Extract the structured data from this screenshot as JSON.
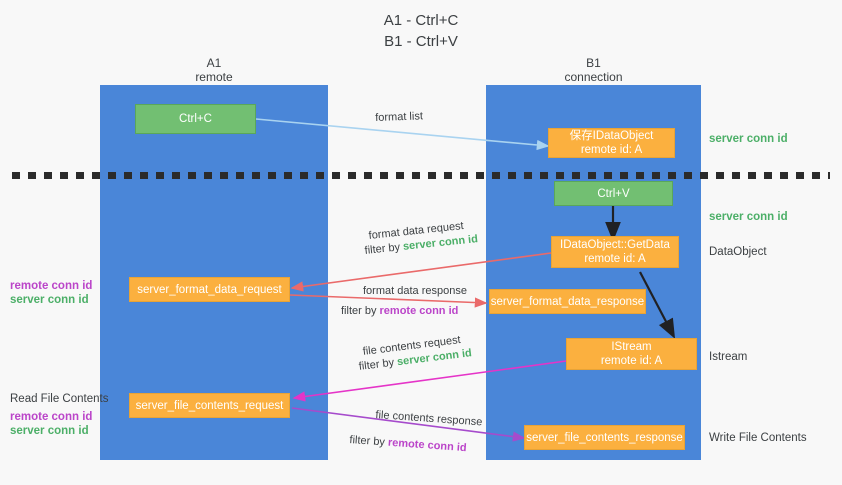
{
  "title": {
    "line1": "A1 - Ctrl+C",
    "line2": "B1 - Ctrl+V"
  },
  "colors": {
    "lane": "#4a86d8",
    "node_green": "#72bf72",
    "node_orange": "#fbb03f",
    "server_conn_id": "#4caf68",
    "remote_conn_id": "#bb45c9",
    "arrow_format_list": "#a9d3f0",
    "arrow_format_data": "#ea6a6a",
    "arrow_file_contents_request": "#e534c8",
    "arrow_file_contents_response": "#a64bcc",
    "arrow_flow": "#202124",
    "divider": "#2b2b2b"
  },
  "lanes": [
    {
      "id": "a1",
      "name": "A1",
      "sub": "remote"
    },
    {
      "id": "b1",
      "name": "B1",
      "sub": "connection"
    }
  ],
  "nodes": {
    "ctrl_c": {
      "line1": "Ctrl+C",
      "line2": ""
    },
    "ctrl_v": {
      "line1": "Ctrl+V",
      "line2": ""
    },
    "save_idataobject": {
      "line1": "保存IDataObject",
      "line2": "remote id: A"
    },
    "getdata": {
      "line1": "IDataObject::GetData",
      "line2": "remote id: A"
    },
    "istream": {
      "line1": "IStream",
      "line2": "remote id: A"
    },
    "server_format_data_request": {
      "line1": "server_format_data_request",
      "line2": ""
    },
    "server_format_data_response": {
      "line1": "server_format_data_response",
      "line2": ""
    },
    "server_file_contents_request": {
      "line1": "server_file_contents_request",
      "line2": ""
    },
    "server_file_contents_response": {
      "line1": "server_file_contents_response",
      "line2": ""
    }
  },
  "right_annotations": [
    {
      "id": "server-conn-id-1",
      "text": "server conn id",
      "style": "green"
    },
    {
      "id": "server-conn-id-2",
      "text": "server conn id",
      "style": "green"
    },
    {
      "id": "dataobject",
      "text": "DataObject",
      "style": "plain"
    },
    {
      "id": "istream",
      "text": "Istream",
      "style": "plain"
    },
    {
      "id": "write-file-contents",
      "text": "Write File Contents",
      "style": "plain"
    }
  ],
  "left_annotations": [
    {
      "id": "remote-conn-id-1",
      "text": "remote conn id",
      "style": "purple"
    },
    {
      "id": "server-conn-id-3",
      "text": "server conn id",
      "style": "green"
    },
    {
      "id": "read-file-contents",
      "text": "Read File Contents",
      "style": "plain"
    },
    {
      "id": "remote-conn-id-2",
      "text": "remote conn id",
      "style": "purple"
    },
    {
      "id": "server-conn-id-4",
      "text": "server conn id",
      "style": "green"
    }
  ],
  "edge_labels": {
    "format_list": "format list",
    "format_data_request": "format data request",
    "format_data_request_filter_prefix": "filter by ",
    "format_data_request_filter_value": "server conn id",
    "format_data_response": "format data response",
    "format_data_response_filter_prefix": "filter by ",
    "format_data_response_filter_value": "remote conn id",
    "file_contents_request": "file contents request",
    "file_contents_request_filter_prefix": "filter by ",
    "file_contents_request_filter_value": "server conn id",
    "file_contents_response": "file contents response",
    "file_contents_response_filter_prefix": "filter by ",
    "file_contents_response_filter_value": "remote conn id"
  }
}
